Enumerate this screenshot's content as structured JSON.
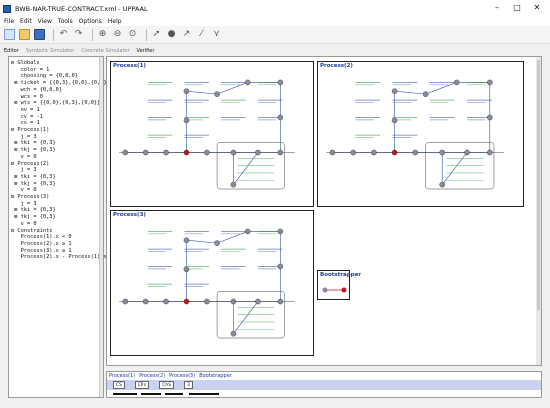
{
  "window": {
    "title": "BWB-NAR-TRUE-CONTRACT.xml - UPPAAL",
    "minimize": "–",
    "maximize": "□",
    "close": "✕"
  },
  "menu": [
    "File",
    "Edit",
    "View",
    "Tools",
    "Options",
    "Help"
  ],
  "toolbar_icons": [
    "new-file-icon",
    "open-folder-icon",
    "save-icon",
    "undo-icon",
    "redo-icon",
    "zoom-in-icon",
    "zoom-out-icon",
    "zoom-fit-icon",
    "select-icon",
    "location-icon",
    "edge-icon",
    "nail-icon",
    "branch-icon"
  ],
  "tabs": [
    {
      "label": "Editor",
      "active": true
    },
    {
      "label": "Symbolic Simulator",
      "active": false
    },
    {
      "label": "Concrete Simulator",
      "active": false
    },
    {
      "label": "Verifier",
      "active": true
    }
  ],
  "tree": [
    "⊟ Globals",
    "   color = 1",
    "   choosing = {0,0,0}",
    " ⊞ ticket = {{0,3},{0,0},{0,3}}",
    "   wch = {0,0,0}",
    "   wcs = 0",
    " ⊞ wts = {{0,0},{0,3},{0,0}}",
    "   ov = 1",
    "   cv = -1",
    "   cs = 1",
    "⊟ Process(1)",
    "   j = 3",
    " ⊞ tki = {0,3}",
    " ⊞ tkj = {0,3}",
    "   v = 0",
    "⊟ Process(2)",
    "   j = 3",
    " ⊞ tki = {0,3}",
    " ⊞ tkj = {0,3}",
    "   v = 0",
    "⊟ Process(3)",
    "   j = 3",
    " ⊞ tki = {0,3}",
    " ⊞ tkj = {0,3}",
    "   v = 0",
    "⊟ Constraints",
    "   Process(1).x < 0",
    "   Process(2).x ≥ 1",
    "   Process(3).x ≥ 1",
    "   Process(2).x - Process(1).x >"
  ],
  "panels": {
    "p1": "Process(1)",
    "p2": "Process(2)",
    "p3": "Process(3)",
    "bootstrapper": "Bootstrapper"
  },
  "bottom": {
    "tabs": [
      "Process(1)",
      "Process(2)",
      "Process(3)",
      "Bootstrapper"
    ],
    "chips": [
      "CS",
      "LTrs",
      "ChS",
      "3"
    ]
  },
  "colors": {
    "location": "#8a8a9a",
    "urgent": "#c01818",
    "edge": "#3050a8",
    "guard": "#3aa050",
    "panel_title": "#1c3c9a"
  }
}
